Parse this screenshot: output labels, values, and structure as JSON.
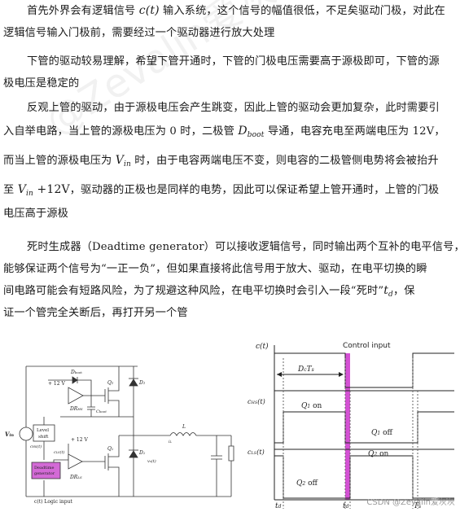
{
  "paragraphs": {
    "p1": {
      "l1a": "首先外界会有逻辑信号 ",
      "l1_ct": "c(t)",
      "l1b": " 输入系统，这个信号的幅值很低，不足矣驱动门极，对此在",
      "l2": "逻辑信号输入门极前，需要经过一个驱动器进行放大处理"
    },
    "p2": {
      "l1": "下管的驱动较易理解，希望下管开通时，下管的门极电压需要高于源极即可，下管的源",
      "l2": "极电压是稳定的"
    },
    "p3": {
      "l1": "反观上管的驱动，由于源极电压会产生跳变，因此上管的驱动会更加复杂，此时需要引",
      "l2a": "入自举电路，当上管的源极电压为 0 时，二极管 ",
      "l2_D": "D",
      "l2_Dsub": "boot",
      "l2b": " 导通，电容充电至两端电压为 12V，",
      "l3a": "而当上管的源极电压为 ",
      "l3_V": "V",
      "l3_Vsub": "in",
      "l3b": " 时，由于电容两端电压不变，则电容的二极管侧电势将会被抬升",
      "l4a": "至 ",
      "l4_V": "V",
      "l4_Vsub": "in",
      "l4_plus": " +12V",
      "l4b": "，驱动器的正极也是同样的电势，因此可以保证希望上管开通时，上管的门极",
      "l5": "电压高于源极"
    },
    "p4": {
      "l1": "死时生成器（Deadtime generator）可以接收逻辑信号，同时输出两个互补的电平信号，",
      "l2": "能够保证两个信号为“一正一负”，但如果直接将此信号用于放大、驱动，在电平切换的瞬",
      "l3a": "间电路可能会有短路风险，为了规避这种风险，在电平切换时会引入一段“死时”",
      "l3_t": "t",
      "l3_tsub": "d",
      "l3b": "，保",
      "l4": "证一个管完全关断后，再打开另一个管"
    }
  },
  "watermark": "@Zevalin爱灰灰 禁止",
  "circuit": {
    "plus12_top": "+ 12 V",
    "dboot": "D",
    "dboot_sub": "boot",
    "q1": "Q",
    "q1_sub": "1",
    "d1": "D",
    "d1_sub": "1",
    "dr_hs": "DR",
    "dr_hs_sub": "HS",
    "cboot": "C",
    "cboot_sub": "boot",
    "level_shift_1": "Level",
    "level_shift_2": "shift",
    "vin": "V",
    "vin_sub": "in",
    "chs": "c",
    "chs_sub": "HS",
    "chs_t": "(t)",
    "cls": "c",
    "cls_sub": "LS",
    "cls_t": "(t)",
    "plus12_bottom": "+ 12 V",
    "q2": "Q",
    "q2_sub": "2",
    "d2": "D",
    "d2_sub": "2",
    "dr_ls": "DR",
    "dr_ls_sub": "LS",
    "deadtime_1": "Deadtime",
    "deadtime_2": "generator",
    "vx": "v",
    "vx_sub": "x",
    "vx_t": "(t)",
    "l": "L",
    "il": "i",
    "il_sub": "L",
    "logic": "c(t)  Logic input",
    "box_color": "#d36ad6"
  },
  "timing": {
    "ct": "c(t)",
    "control_input": "Control input",
    "dcts": "D",
    "dcts_c": "c",
    "dcts_t": "T",
    "dcts_s": "s",
    "chs": "c",
    "chs_sub": "HS",
    "chs_t": "(t)",
    "q1_on": "Q",
    "q1_on_sub": "1",
    "q1_on_txt": " on",
    "q1_off": "Q",
    "q1_off_sub": "1",
    "q1_off_txt": " off",
    "cls": "c",
    "cls_sub": "LS",
    "cls_t": "(t)",
    "q2_on": "Q",
    "q2_on_sub": "2",
    "q2_on_txt": " on",
    "q2_off": "Q",
    "q2_off_sub": "2",
    "q2_off_txt": " off",
    "td1": "t",
    "td1_sub": "d",
    "td2": "t",
    "td2_sub": "d",
    "ts": "T",
    "ts_sub": "s",
    "deadtime_color": "#cc33cc"
  },
  "credit": "CSDN @Zevalin爱灰灰"
}
